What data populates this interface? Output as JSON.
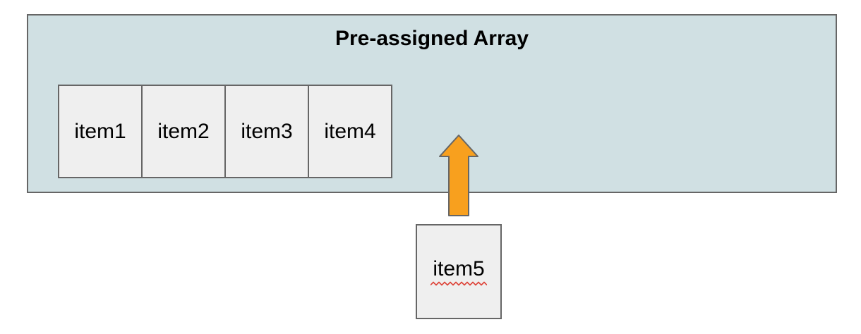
{
  "array": {
    "title": "Pre-assigned Array",
    "items": [
      "item1",
      "item2",
      "item3",
      "item4"
    ]
  },
  "pending_item": {
    "label": "item5",
    "spellcheck_underline": true
  },
  "arrow": {
    "direction": "up",
    "meaning": "item5 being inserted into the pre-assigned array"
  },
  "colors": {
    "background": "#ffffff",
    "container_fill": "#d0e0e3",
    "container_border": "#666666",
    "cell_fill": "#efefef",
    "cell_border": "#666666",
    "arrow_fill": "#f8a01e",
    "arrow_border": "#666666",
    "squiggle": "#dd4136",
    "text": "#000000"
  }
}
